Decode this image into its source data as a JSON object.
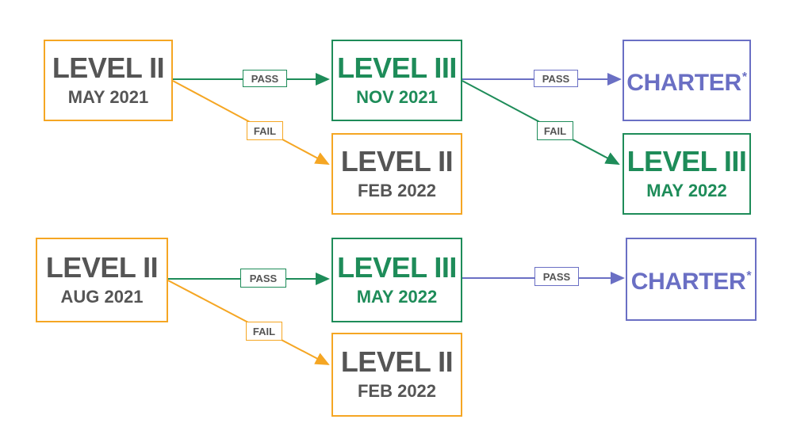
{
  "colors": {
    "orange": "#F5A623",
    "green": "#1E8C59",
    "blue": "#6A6FC4",
    "gray_text": "#555555"
  },
  "row1": {
    "start": {
      "level": "LEVEL II",
      "date": "MAY 2021"
    },
    "pass_next": {
      "level": "LEVEL III",
      "date": "NOV 2021"
    },
    "fail_next": {
      "level": "LEVEL II",
      "date": "FEB 2022"
    },
    "charter": {
      "label": "CHARTER",
      "mark": "*"
    },
    "l3_fail": {
      "level": "LEVEL III",
      "date": "MAY 2022"
    }
  },
  "row2": {
    "start": {
      "level": "LEVEL II",
      "date": "AUG 2021"
    },
    "pass_next": {
      "level": "LEVEL III",
      "date": "MAY 2022"
    },
    "fail_next": {
      "level": "LEVEL II",
      "date": "FEB 2022"
    },
    "charter": {
      "label": "CHARTER",
      "mark": "*"
    }
  },
  "labels": {
    "pass": "PASS",
    "fail": "FAIL"
  }
}
